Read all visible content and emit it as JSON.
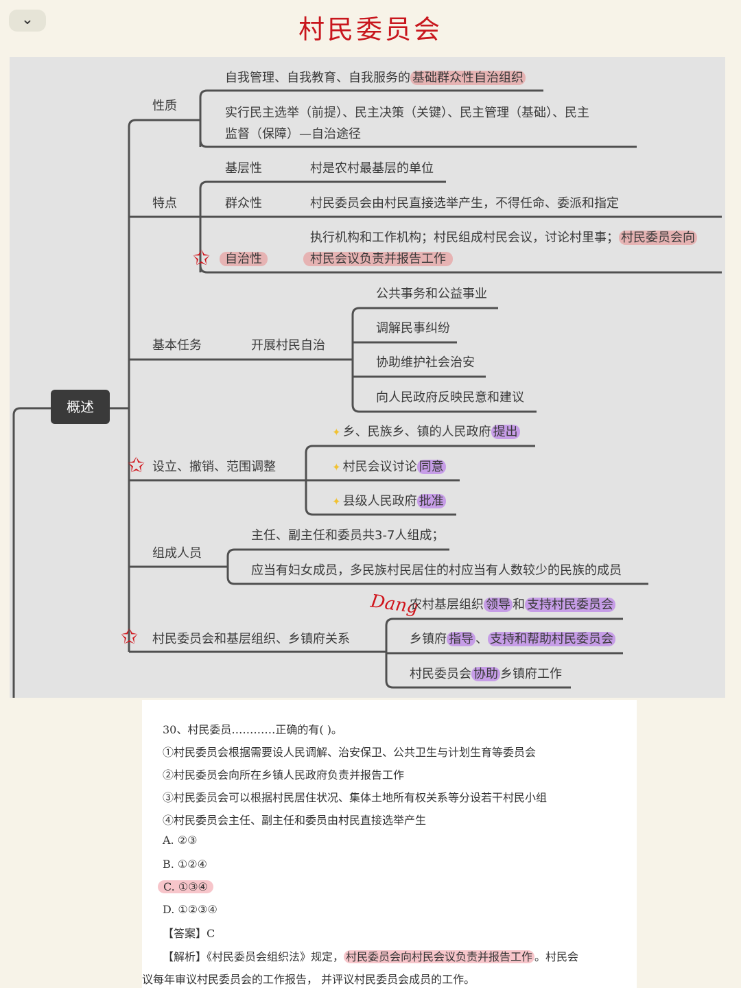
{
  "header": {
    "back_icon": "chevron-down-icon",
    "title": "村民委员会"
  },
  "mindmap": {
    "root": "概述",
    "nature": {
      "label": "性质",
      "l1_plain": "自我管理、自我教育、自我服务的",
      "l1_hl": "基础群众性自治组织",
      "l2a": "实行民主选举（前提）、民主决策（关键）、民主管理（基础）、民主",
      "l2b": "监督（保障）—自治途径"
    },
    "features": {
      "label": "特点",
      "f1_label": "基层性",
      "f1_text": "村是农村最基层的单位",
      "f2_label": "群众性",
      "f2_text": "村民委员会由村民直接选举产生，不得任命、委派和指定",
      "f3_label": "自治性",
      "f3_a_plain": "执行机构和工作机构；村民组成村民会议，讨论村里事；",
      "f3_a_hl": "村民委员会向",
      "f3_b_hl": "村民会议负责并报告工作"
    },
    "tasks": {
      "label": "基本任务",
      "sub": "开展村民自治",
      "items": [
        "公共事务和公益事业",
        "调解民事纠纷",
        "协助维护社会治安",
        "向人民政府反映民意和建议"
      ]
    },
    "setup": {
      "label": "设立、撤销、范围调整",
      "i1_plain": "乡、民族乡、镇的人民政府",
      "i1_hl": "提出",
      "i2_plain": "村民会议讨论",
      "i2_hl": "同意",
      "i3_plain": "县级人民政府",
      "i3_hl": "批准"
    },
    "members": {
      "label": "组成人员",
      "l1": "主任、副主任和委员共3-7人组成；",
      "l2": "应当有妇女成员，多民族村民居住的村应当有人数较少的民族的成员"
    },
    "relation": {
      "label": "村民委员会和基层组织、乡镇府关系",
      "note": "Dang",
      "r1_plain": "农村基层组织",
      "r1_hl1": "领导",
      "r1_mid": "和",
      "r1_hl2": "支持村民委员会",
      "r2_plain": "乡镇府",
      "r2_hl1": "指导",
      "r2_mid": "、",
      "r2_hl2": "支持和帮助村民委员会",
      "r3_plain": "村民委员会",
      "r3_hl": "协助",
      "r3_end": "乡镇府工作"
    }
  },
  "question": {
    "stem": "30、村民委员…………正确的有( )。",
    "statements": [
      "①村民委员会根据需要设人民调解、治安保卫、公共卫生与计划生育等委员会",
      "②村民委员会向所在乡镇人民政府负责并报告工作",
      "③村民委员会可以根据村民居住状况、集体土地所有权关系等分设若干村民小组",
      "④村民委员会主任、副主任和委员由村民直接选举产生"
    ],
    "options": [
      "A. ②③",
      "B. ①②④",
      "C. ①③④",
      "D. ①②③④"
    ],
    "answer": "【答案】C",
    "analysis_plain": "【解析】《村民委员会组织法》规定，",
    "analysis_hl": "村民委员会向村民会议负责并报告工作",
    "analysis_end": "。村民会",
    "analysis_line2": "议每年审议村民委员会的工作报告， 并评议村民委员会成员的工作。"
  },
  "colors": {
    "title": "#c8161d",
    "pink_highlight": "#e87878",
    "purple_highlight": "#af64eb",
    "panel": "#e3e3e3",
    "background": "#f7f3e8"
  }
}
